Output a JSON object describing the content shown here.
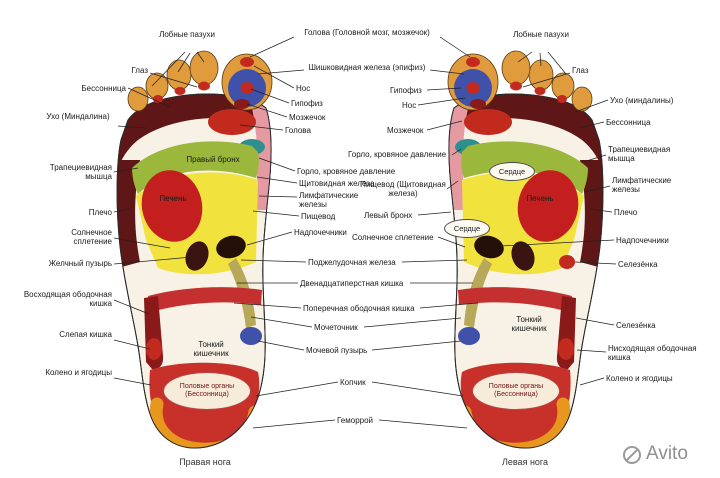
{
  "labels": {
    "left": {
      "sinuses": "Лобные пазухи",
      "eye": "Глаз",
      "insomnia": "Бессонница",
      "ear": "Ухо (Миндалина)",
      "trapezius": "Трапециевидная мышца",
      "shoulder": "Плечо",
      "solar_plexus": "Солнечное сплетение",
      "gallbladder": "Желчный пузырь",
      "ascending_colon": "Восходящая ободочная кишка",
      "cecum": "Слепая кишка",
      "knee_buttocks": "Колено и ягодицы"
    },
    "center": {
      "head_full": "Голова (Головной мозг, мозжечок)",
      "pineal": "Шишковидная железа (эпифиз)",
      "nose_r": "Нос",
      "pituitary_r": "Гипофиз",
      "cerebellum_r": "Мозжечок",
      "head_r": "Голова",
      "throat_l": "Горло, кровяное давление",
      "throat_r": "Горло, кровяное давление",
      "thyroid_r": "Щитовидная железа",
      "lymph_r": "Лимфатические железы",
      "esophagus_r": "Пищевод",
      "adrenals_r": "Надпочечники",
      "pituitary_l": "Гипофиз",
      "nose_l": "Нос",
      "cerebellum_l": "Мозжечок",
      "esophagus_thyroid_l": "Пищевод (Щитовидная железа)",
      "left_bronchus": "Левый бронх",
      "solar_plexus_l": "Солнечное сплетение",
      "pancreas": "Поджелудочная железа",
      "duodenum": "Двенадцатиперстная кишка",
      "transverse_colon": "Поперечная ободочная кишка",
      "ureter": "Мочеточник",
      "bladder": "Мочевой пузырь",
      "coccyx": "Копчик",
      "hemorrhoids": "Геморрой"
    },
    "right": {
      "sinuses": "Лобные пазухи",
      "eye": "Глаз",
      "ear": "Ухо (миндалины)",
      "insomnia": "Бессонница",
      "trapezius": "Трапециевидная мышца",
      "lymph": "Лимфатические железы",
      "shoulder": "Плечо",
      "adrenals": "Надпочечники",
      "spleen_1": "Селезёнка",
      "spleen_2": "Селезёнка",
      "descending_colon": "Нисходящая ободочная кишка",
      "knee_buttocks": "Колено и ягодицы"
    },
    "right_foot_sole": {
      "right_bronchus": "Правый бронх",
      "liver": "Печень",
      "small_intestine": "Тонкий кишечник",
      "genitals": "Половые органы (Бессонница)"
    },
    "left_foot_sole": {
      "heart_1": "Сердце",
      "liver": "Печень",
      "heart_2": "Сердце",
      "small_intestine": "Тонкий кишечник",
      "genitals": "Половые органы (Бессонница)"
    }
  },
  "captions": {
    "right_foot": "Правая нога",
    "left_foot": "Левая нога"
  },
  "watermark": {
    "text": "Avito"
  },
  "colors": {
    "toe_orange": "#E09B3D",
    "big_toe_blue": "#3F51A8",
    "maroon_band": "#5F1616",
    "green_zone": "#9CB83C",
    "yellow_zone": "#F2E23E",
    "red_organ": "#C41F1F",
    "heel_red": "#C8302A",
    "hemorrhoid_orange": "#E8971E",
    "sole_cream": "#F8F2E6"
  }
}
